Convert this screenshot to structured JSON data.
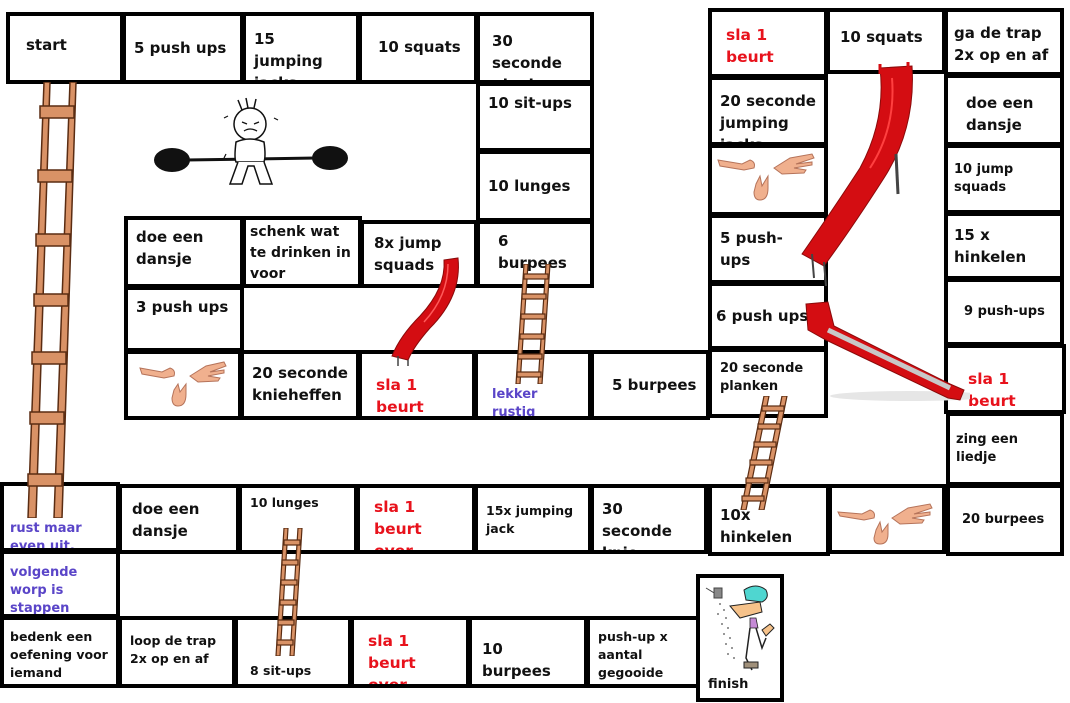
{
  "game": {
    "title": "Sport ganzenbord / slangen en ladders",
    "colors": {
      "border": "#000000",
      "penalty_text": "#e8121c",
      "rest_text": "#5a45c8",
      "slide": "#d40d12",
      "ladder": "#c8875a"
    }
  },
  "cells": {
    "start": "start",
    "c01": "5 push ups",
    "c02": "15 jumping jacks",
    "c03": "10 squats",
    "c04": "30 seconde planken",
    "c05": "10 sit-ups",
    "c06": "10 lunges",
    "c07": "6 burpees",
    "c08": "8x jump squads",
    "c09": "schenk wat te drinken in voor iedereen",
    "c10": "doe een dansje",
    "c11": "3 push ups",
    "c12_icon": "rock-paper-scissors-hands",
    "c13": "20 seconde knieheffen",
    "c14": "sla 1 beurt over",
    "c15": "lekker rustig",
    "c16": "5 burpees",
    "c17": "20 seconde planken",
    "c18": "6 push ups",
    "c19": "5 push- ups",
    "c20_icon": "rock-paper-scissors-hands",
    "c21": "20 seconde jumping jacks",
    "c22": "sla 1 beurt over",
    "c23": "10 squats",
    "c24": "ga de trap 2x op en af",
    "c25": "doe een dansje",
    "c26": "10 jump squads",
    "c27": "15 x hinkelen",
    "c28": "9 push-ups",
    "c29": "sla 1 beurt over",
    "c30": "zing een liedje",
    "c31": "20 burpees",
    "c32_icon": "rock-paper-scissors-hands",
    "c33": "10x hinkelen",
    "c34": "30 seconde knie heffen",
    "c35": "15x jumping jack",
    "c36": "sla 1 beurt over",
    "c37": "10 lunges",
    "c38": "doe een dansje",
    "c39": "rust maar even uit.",
    "c40": "volgende worp is stappen terug",
    "c41": "bedenk een oefening voor iemand anders",
    "c42": "loop de trap 2x op en af",
    "c43": "8 sit-ups",
    "c44": "sla 1 beurt over",
    "c45": "10 burpees",
    "c46": "push-up x aantal gegooide ogen",
    "finish": "finish"
  },
  "illustrations": {
    "weightlifter": "weightlifter-cartoon",
    "shower": "shower-man-cartoon"
  }
}
